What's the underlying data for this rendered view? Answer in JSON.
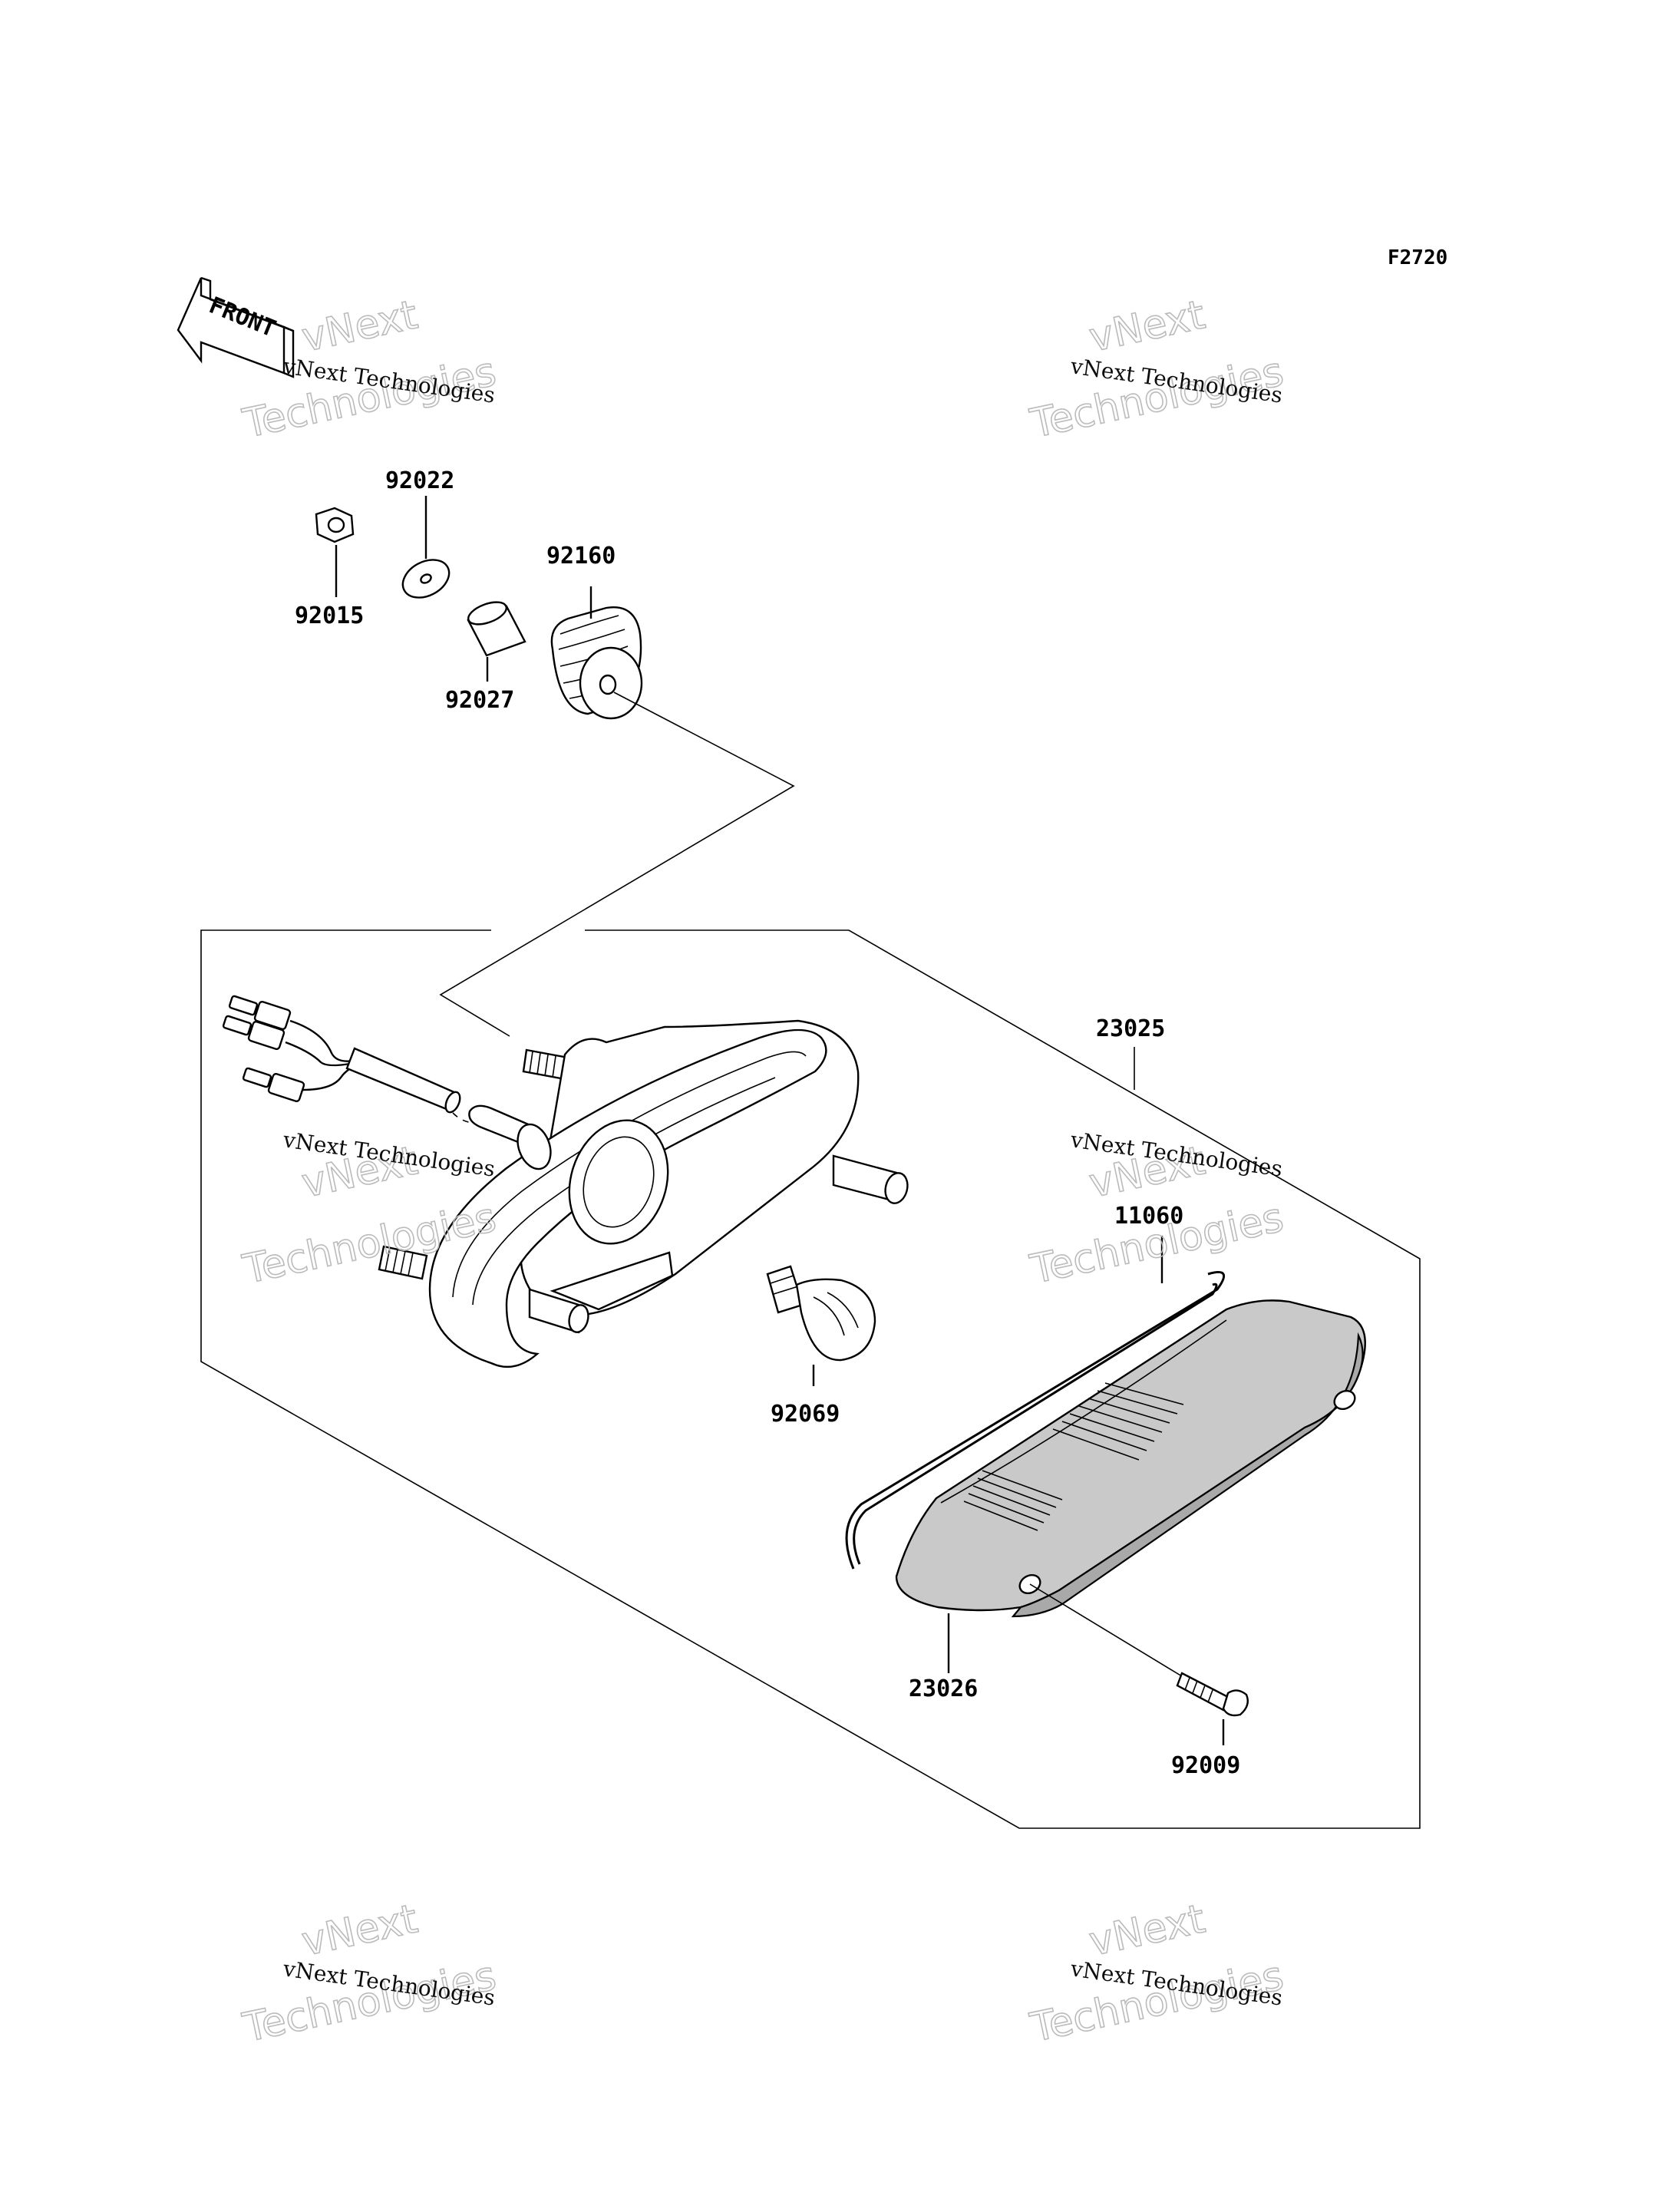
{
  "figure": {
    "code": "F2720"
  },
  "front_marker": {
    "label": "FRONT"
  },
  "parts": {
    "p92015": "92015",
    "p92022": "92022",
    "p92027": "92027",
    "p92160": "92160",
    "p23025": "23025",
    "p11060": "11060",
    "p92069": "92069",
    "p23026": "23026",
    "p92009": "92009"
  },
  "watermark": {
    "small": "vNext Technologies",
    "big_top": "vNext",
    "big_bottom": "Technologies"
  }
}
